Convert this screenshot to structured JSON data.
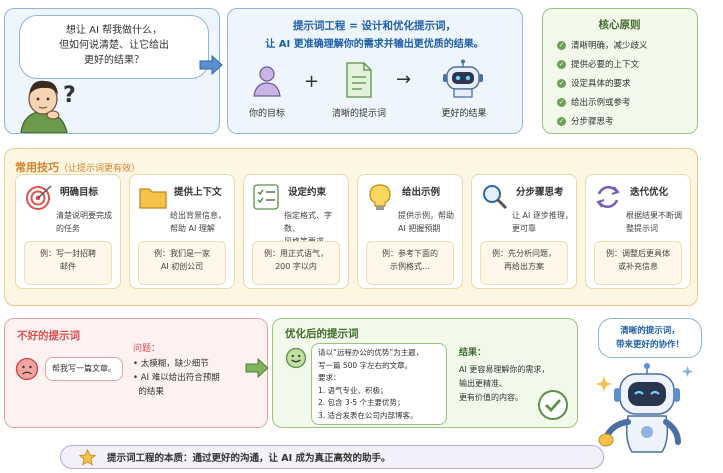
{
  "question": {
    "lines": [
      "想让 AI 帮我做什么，",
      "但如何说清楚、让它给出",
      "更好的结果？"
    ],
    "mark": "?"
  },
  "definition": {
    "line1": "提示词工程 = 设计和优化提示词，",
    "line2": "让 AI 更准确理解你的需求并输出更优质的结果。",
    "flow": [
      {
        "label": "你的目标",
        "icon": "person-icon"
      },
      {
        "op": "+"
      },
      {
        "label": "清晰的提示词",
        "icon": "document-icon"
      },
      {
        "op": "→"
      },
      {
        "label": "更好的结果",
        "icon": "robot-icon"
      }
    ]
  },
  "principles": {
    "title": "核心原则",
    "items": [
      "清晰明确，减少歧义",
      "提供必要的上下文",
      "设定具体的要求",
      "给出示例或参考",
      "分步骤思考"
    ]
  },
  "techniques": {
    "title": "常用技巧",
    "subtitle": "（让提示词更有效）",
    "cards": [
      {
        "title": "明确目标",
        "desc": [
          "清楚说明要完成",
          "的任务"
        ],
        "example": [
          "例：写一封招聘",
          "邮件"
        ],
        "icon": "target-icon"
      },
      {
        "title": "提供上下文",
        "desc": [
          "给出背景信息，",
          "帮助 AI 理解"
        ],
        "example": [
          "例：我们是一家",
          "AI 初创公司"
        ],
        "icon": "folder-icon"
      },
      {
        "title": "设定约束",
        "desc": [
          "指定格式、字数、",
          "风格等要求"
        ],
        "example": [
          "例：用正式语气，",
          "200 字以内"
        ],
        "icon": "checklist-icon"
      },
      {
        "title": "给出示例",
        "desc": [
          "提供示例，帮助",
          "AI 把握预期"
        ],
        "example": [
          "例：参考下面的",
          "示例格式…"
        ],
        "icon": "lightbulb-icon"
      },
      {
        "title": "分步骤思考",
        "desc": [
          "让 AI 逐步推理，",
          "更可靠"
        ],
        "example": [
          "例：先分析问题，",
          "再给出方案"
        ],
        "icon": "magnifier-icon"
      },
      {
        "title": "迭代优化",
        "desc": [
          "根据结果不断调",
          "整提示词"
        ],
        "example": [
          "例：调整后更具体",
          "或补充信息"
        ],
        "icon": "refresh-icon"
      }
    ]
  },
  "bad": {
    "title": "不好的提示词",
    "bubble": "帮我写一篇文章。",
    "problem_label": "问题：",
    "problems": [
      "• 太模糊，缺少细节",
      "• AI 难以给出符合预期",
      "  的结果"
    ]
  },
  "good": {
    "title": "优化后的提示词",
    "prompt": [
      "请以“远程办公的优势”为主题，",
      "写一篇 500 字左右的文章。",
      "要求：",
      "1. 语气专业、积极；",
      "2. 包含 3-5 个主要优势；",
      "3. 适合发表在公司内部博客。"
    ],
    "result_label": "结果：",
    "result": [
      "AI 更容易理解你的需求，",
      "输出更精准、",
      "更有价值的内容。"
    ]
  },
  "robot_bubble": [
    "清晰的提示词，",
    "带来更好的协作！"
  ],
  "footer": "提示词工程的本质：通过更好的沟通，让 AI 成为真正高效的助手。",
  "colors": {
    "blue": "#1f5fa8",
    "green": "#5c8f47",
    "orange": "#d9822b",
    "red": "#d9534f",
    "yellow_bg": "#fdf6e3",
    "blue_bg": "#eef5fd",
    "green_bg": "#f2f8ea",
    "red_bg": "#fdf1f1",
    "purple_bg": "#f4f0fa"
  }
}
